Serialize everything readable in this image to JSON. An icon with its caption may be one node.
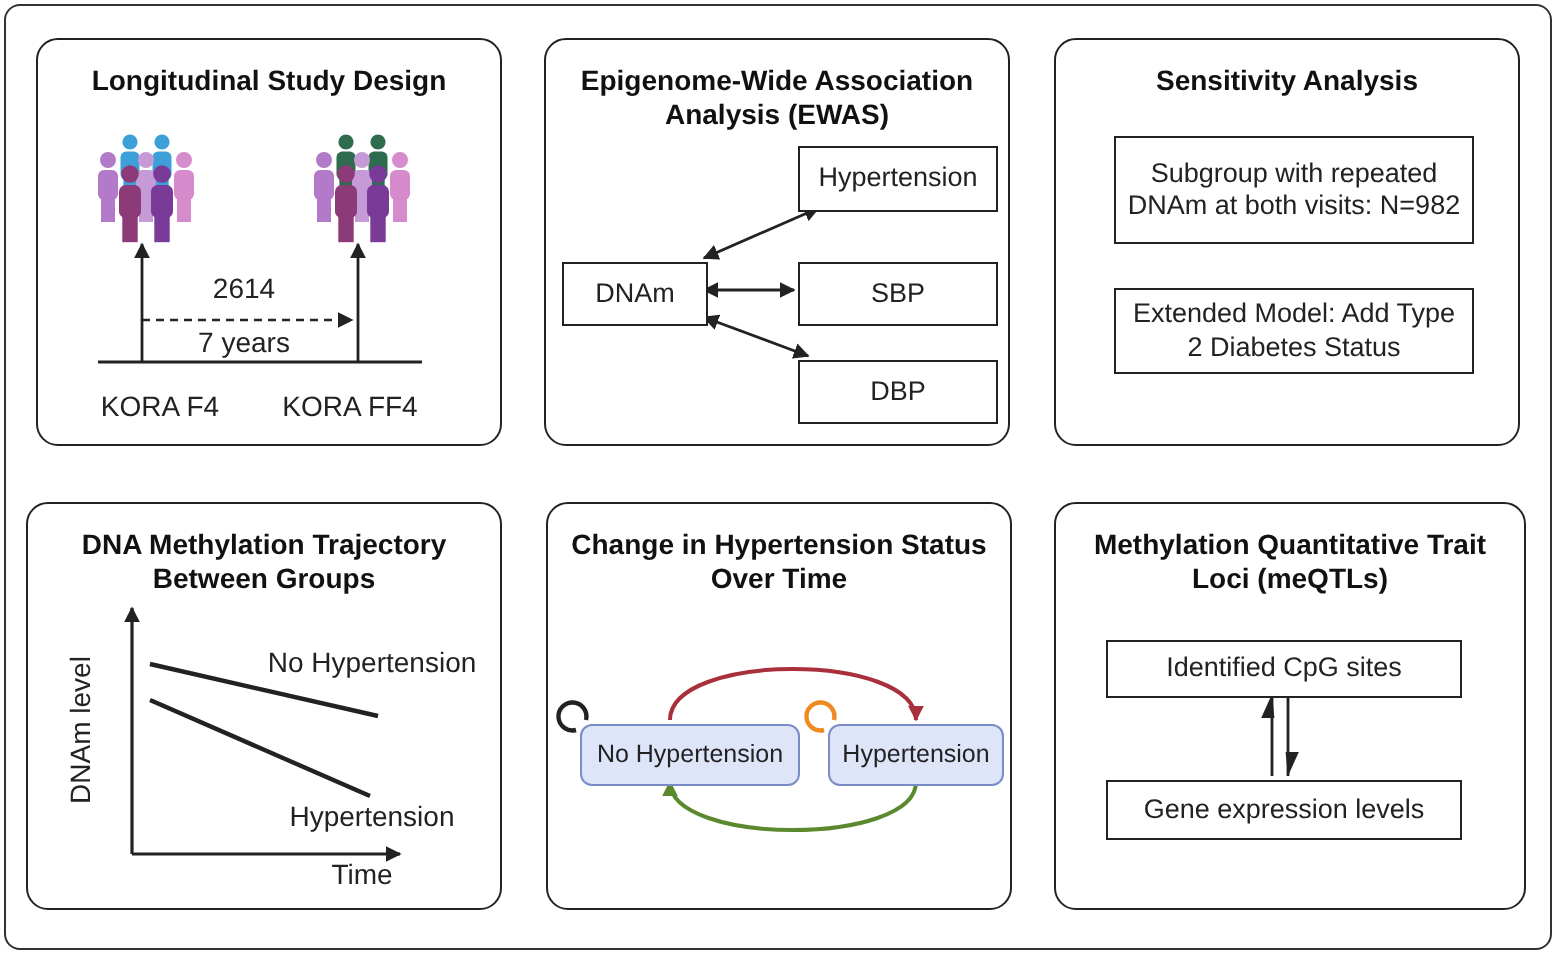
{
  "diagram": {
    "nodes": [
      {
        "text": [],
        "shape": "box"
      },
      {
        "text": [
          "Longitudinal Study Design"
        ],
        "in": 0
      },
      {
        "text": [],
        "shape": "person",
        "in": 1
      },
      {
        "text": [],
        "shape": "person",
        "in": 1
      },
      {
        "text": [
          "Epigenome-Wide Association Analysis (EWAS)"
        ],
        "in": 0
      },
      {
        "text": [
          "DNAm"
        ],
        "in": 4
      },
      {
        "text": [
          "Hypertension"
        ],
        "in": 4
      },
      {
        "text": [
          "SBP"
        ],
        "in": 4
      },
      {
        "text": [
          "DBP"
        ],
        "in": 4
      },
      {
        "text": [
          "Sensitivity Analysis"
        ],
        "in": 0
      },
      {
        "text": [
          "Subgroup with repeated DNAm at both visits: N=982"
        ],
        "in": 9
      },
      {
        "text": [
          "Extended Model: Add Type 2 Diabetes Status"
        ],
        "in": 9
      },
      {
        "text": [
          "DNA Methylation Trajectory Between Groups"
        ],
        "in": 0
      },
      {
        "text": [
          "Change in Hypertension Status Over Time"
        ],
        "in": 0
      },
      {
        "text": [
          "No Hypertension"
        ],
        "in": 13
      },
      {
        "text": [
          "Hypertension"
        ],
        "in": 13
      },
      {
        "text": [
          "Methylation Quantitative Trait Loci (meQTLs)"
        ],
        "in": 0
      },
      {
        "text": [
          "Identified CpG sites"
        ],
        "in": 16
      },
      {
        "text": [
          "Gene expression levels"
        ],
        "in": 16
      }
    ],
    "edges": [
      {
        "from": null,
        "to": 2,
        "arrow": "to"
      },
      {
        "from": null,
        "to": 3,
        "arrow": "to"
      },
      {
        "from": 5,
        "to": 6,
        "arrow": "both"
      },
      {
        "from": 5,
        "to": 7,
        "arrow": "both"
      },
      {
        "from": 5,
        "to": 8,
        "arrow": "both"
      },
      {
        "from": 14,
        "to": 15,
        "arrow": "to",
        "color": "#a8303c"
      },
      {
        "from": 15,
        "to": 14,
        "arrow": "to",
        "color": "#5b8a2e"
      },
      {
        "from": 14,
        "to": 14,
        "arrow": "none"
      },
      {
        "from": 15,
        "to": 15,
        "arrow": "none",
        "color": "#ee8a22"
      },
      {
        "from": 17,
        "to": 18,
        "arrow": "to"
      },
      {
        "from": 18,
        "to": 17,
        "arrow": "to"
      }
    ],
    "labels": [
      "2614",
      "7 years",
      "KORA F4",
      "KORA FF4",
      "DNAm level",
      "No Hypertension",
      "Hypertension",
      "Time"
    ]
  }
}
